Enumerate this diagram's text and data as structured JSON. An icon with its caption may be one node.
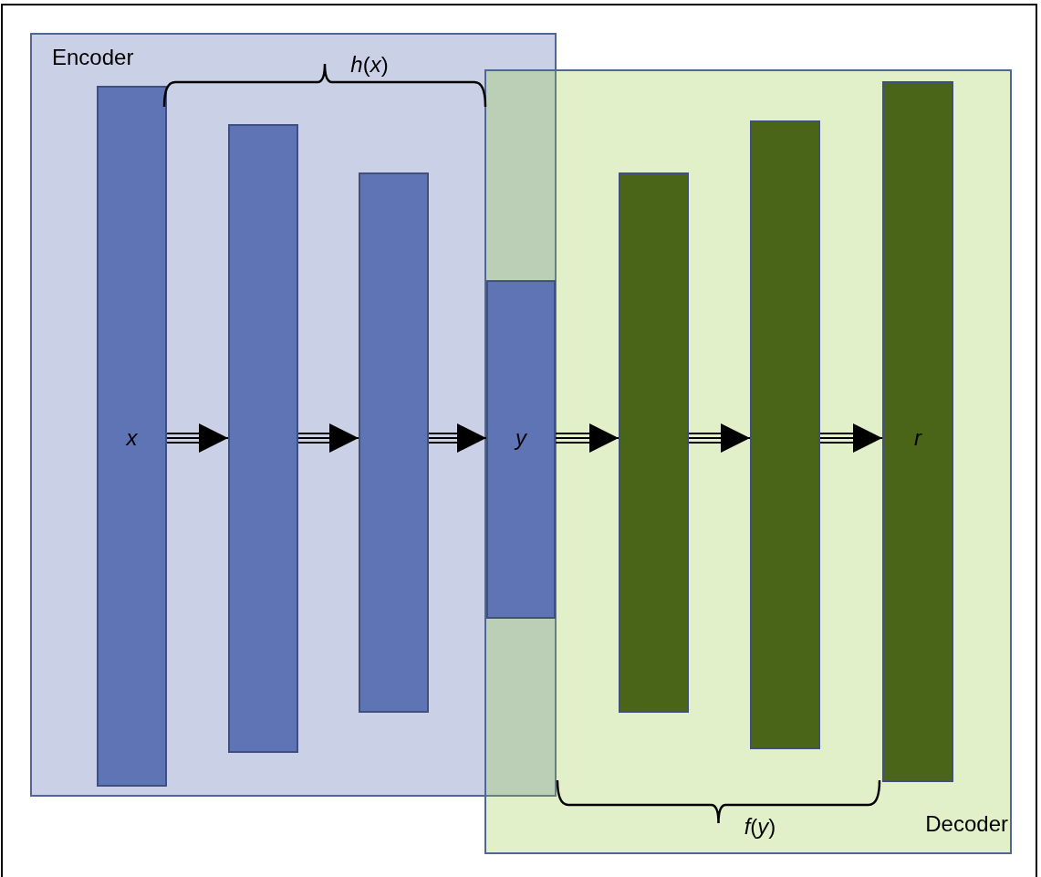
{
  "diagram": {
    "nodes": [
      {
        "text": [
          "Encoder"
        ]
      },
      {
        "text": [
          "Decoder"
        ]
      },
      {
        "text": [
          "x"
        ],
        "in": 0
      },
      {
        "text": [],
        "shape": "bar",
        "in": 0
      },
      {
        "text": [],
        "shape": "bar",
        "in": 0
      },
      {
        "text": [
          "y"
        ]
      },
      {
        "text": [],
        "shape": "bar",
        "in": 1
      },
      {
        "text": [],
        "shape": "bar",
        "in": 1
      },
      {
        "text": [
          "r"
        ],
        "in": 1
      }
    ],
    "edges": [
      {
        "from": 2,
        "to": 3,
        "arrow": "to"
      },
      {
        "from": 3,
        "to": 4,
        "arrow": "to"
      },
      {
        "from": 4,
        "to": 5,
        "arrow": "to"
      },
      {
        "from": 5,
        "to": 6,
        "arrow": "to"
      },
      {
        "from": 6,
        "to": 7,
        "arrow": "to"
      },
      {
        "from": 7,
        "to": 8,
        "arrow": "to"
      }
    ],
    "labels": [
      "*h*(*x*)",
      "*f*(*y*)"
    ]
  }
}
